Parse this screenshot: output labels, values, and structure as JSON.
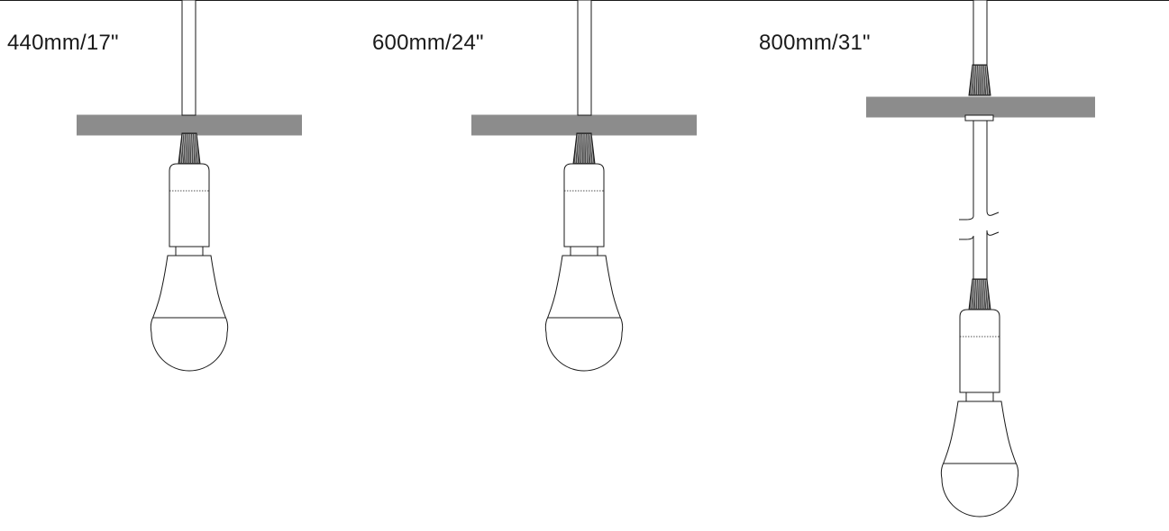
{
  "variants": [
    {
      "id": "440",
      "label": "440mm/17\""
    },
    {
      "id": "600",
      "label": "600mm/24\""
    },
    {
      "id": "800",
      "label": "800mm/31\""
    }
  ],
  "colors": {
    "ink": "#1a1a1a",
    "background": "#ffffff"
  },
  "icons": [
    "pendant-lamp-icon",
    "light-bulb-icon",
    "ceiling-icon",
    "cord-break-icon"
  ]
}
